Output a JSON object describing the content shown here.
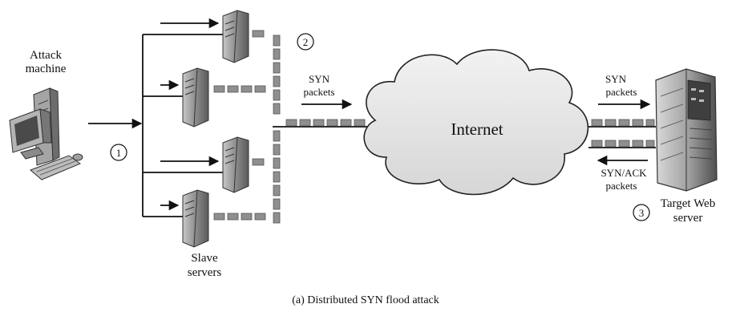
{
  "labels": {
    "attack_machine_line1": "Attack",
    "attack_machine_line2": "machine",
    "slave_servers_line1": "Slave",
    "slave_servers_line2": "servers",
    "internet": "Internet",
    "syn_packets_out_line1": "SYN",
    "syn_packets_out_line2": "packets",
    "syn_packets_in_line1": "SYN",
    "syn_packets_in_line2": "packets",
    "synack_packets_line1": "SYN/ACK",
    "synack_packets_line2": "packets",
    "target_line1": "Target Web",
    "target_line2": "server",
    "step1": "1",
    "step2": "2",
    "step3": "3",
    "caption": "(a) Distributed SYN flood attack"
  },
  "colors": {
    "line": "#111111",
    "packet_fill": "#8f8f8f",
    "cloud_fill": "#e6e6e6",
    "server_body": "#9a9a9a",
    "server_dark": "#555555",
    "monitor_screen": "#4a4a4a"
  },
  "icons": {
    "attacker": "desktop-computer-icon",
    "slave": "server-tower-icon",
    "target": "server-rack-icon"
  }
}
